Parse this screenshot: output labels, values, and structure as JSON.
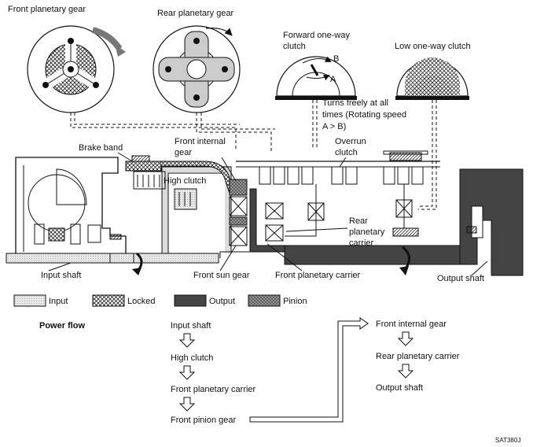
{
  "gears": {
    "front_planetary": "Front planetary gear",
    "rear_planetary": "Rear planetary gear"
  },
  "clutches": {
    "forward_oneway_1": "Forward one-way",
    "forward_oneway_2": "clutch",
    "low_oneway": "Low one-way clutch",
    "arrow_b": "B",
    "arrow_a": "A",
    "turns_freely_1": "Turns freely at all",
    "turns_freely_2": "times (Rotating speed",
    "turns_freely_3": "A > B)"
  },
  "labels": {
    "brake_band": "Brake band",
    "front_internal_gear_1": "Front internal",
    "front_internal_gear_2": "gear",
    "high_clutch": "High clutch",
    "overrun_clutch_1": "Overrun",
    "overrun_clutch_2": "clutch",
    "rear_planetary_carrier_1": "Rear",
    "rear_planetary_carrier_2": "planetary",
    "rear_planetary_carrier_3": "carrier",
    "input_shaft": "Input shaft",
    "front_sun_gear": "Front sun gear",
    "front_planetary_carrier": "Front planetary carrier",
    "output_shaft": "Output shaft"
  },
  "legend": {
    "input": "Input",
    "locked": "Locked",
    "output": "Output",
    "pinion": "Pinion"
  },
  "power_flow": {
    "title": "Power flow",
    "steps_left": [
      "Input shaft",
      "High clutch",
      "Front planetary carrier",
      "Front pinion gear"
    ],
    "steps_right": [
      "Front internal gear",
      "Rear planetary carrier",
      "Output shaft"
    ]
  },
  "figure_code": "SAT380J"
}
